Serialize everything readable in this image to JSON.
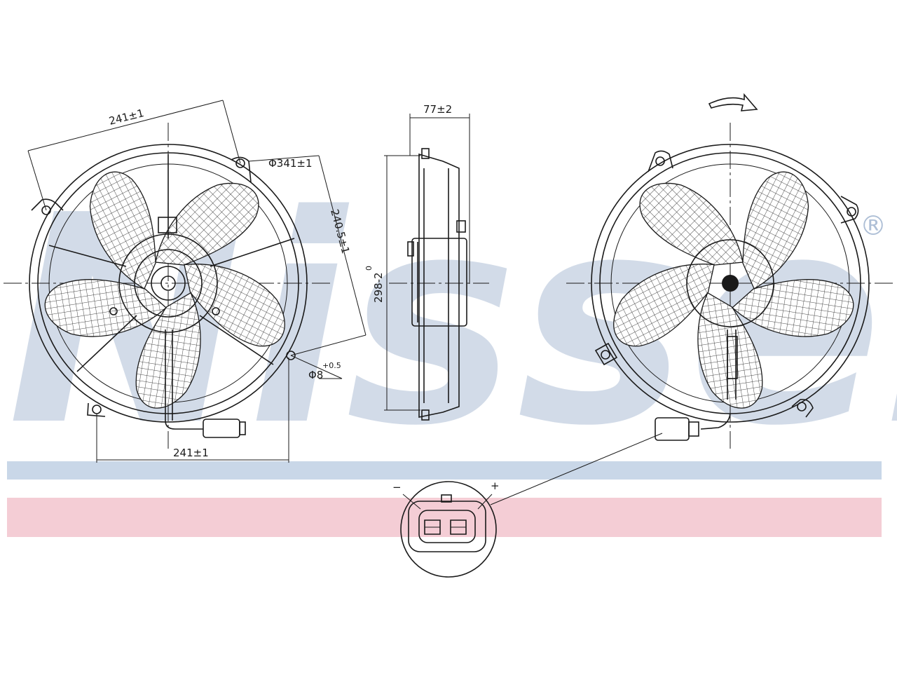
{
  "watermark": {
    "text": "Nissens",
    "registered_mark": "®"
  },
  "colors": {
    "band_blue": "#c9d7e8",
    "band_pink": "#f4cdd5",
    "line": "#1a1a1a"
  },
  "dimensions": {
    "width_top": "241±1",
    "diameter": "Φ341±1",
    "diagonal": "240.5±1",
    "hole_diameter": "Φ8",
    "hole_tolerance": "+0.5",
    "width_bottom": "241±1",
    "depth": "77±2",
    "height": "298-2",
    "height_tolerance": "0"
  },
  "connector": {
    "minus": "−",
    "plus": "+"
  },
  "icons": {
    "rotation": "rotation-arrow-icon"
  }
}
